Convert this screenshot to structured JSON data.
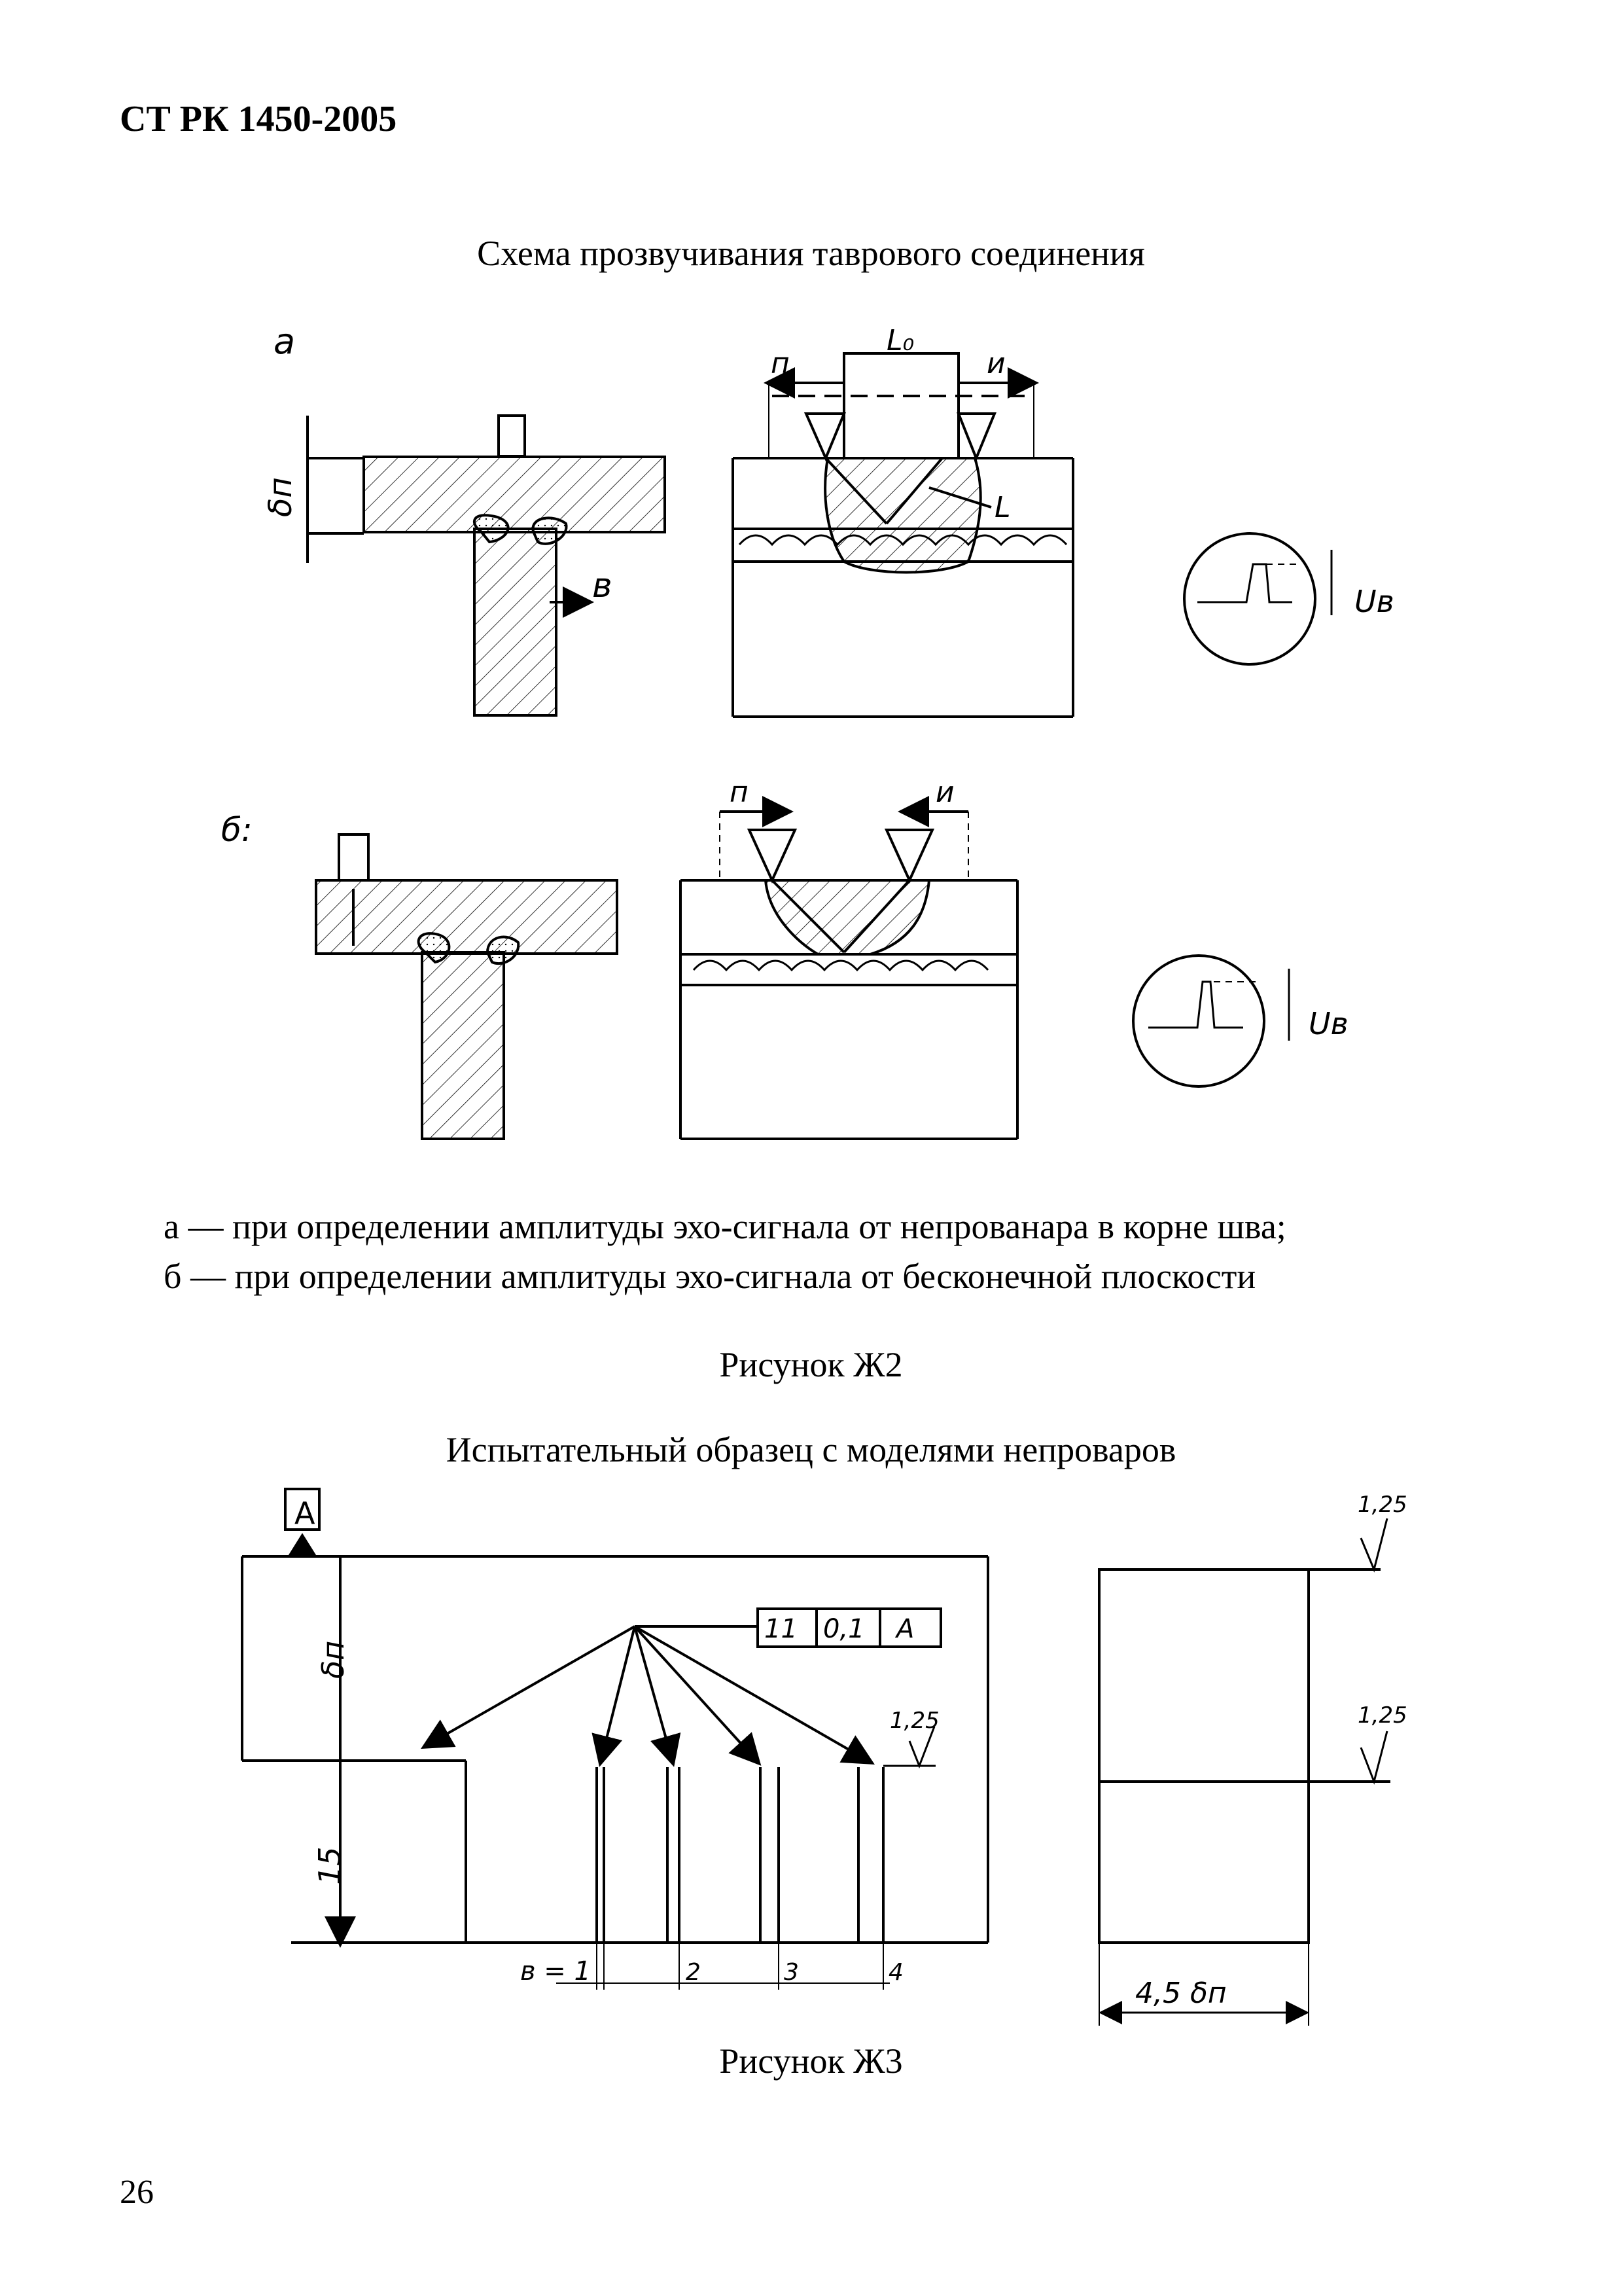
{
  "header": {
    "code": "СТ РК 1450-2005"
  },
  "figure2": {
    "title": "Схема прозвучивания таврового соединения",
    "panel_a_label": "а",
    "panel_b_label": "б:",
    "caption_a": "а — при определении амплитуды эхо-сигнала от непрованара в корне шва;",
    "caption_b": "б — при определении амплитуды эхо-сигнала от бесконечной плоскости",
    "label": "Рисунок Ж2",
    "marks": {
      "thickness": "δп",
      "gap": "в",
      "L": "L₀",
      "n": "п",
      "i": "и",
      "alpha": "L",
      "Ub_a": "Uв",
      "Ub_b": "Uв"
    }
  },
  "figure3": {
    "title": "Испытательный образец с моделями непроваров",
    "label": "Рисунок Ж3",
    "datum": "А",
    "tolerance": [
      "11",
      "0,1",
      "А"
    ],
    "roughness": [
      "1,25",
      "1,25",
      "1,25"
    ],
    "dim_height": "15",
    "dim_top": "δп",
    "slot_widths": [
      "в = 1",
      "2",
      "3",
      "4"
    ],
    "width": "4,5 δп"
  },
  "page_number": "26"
}
